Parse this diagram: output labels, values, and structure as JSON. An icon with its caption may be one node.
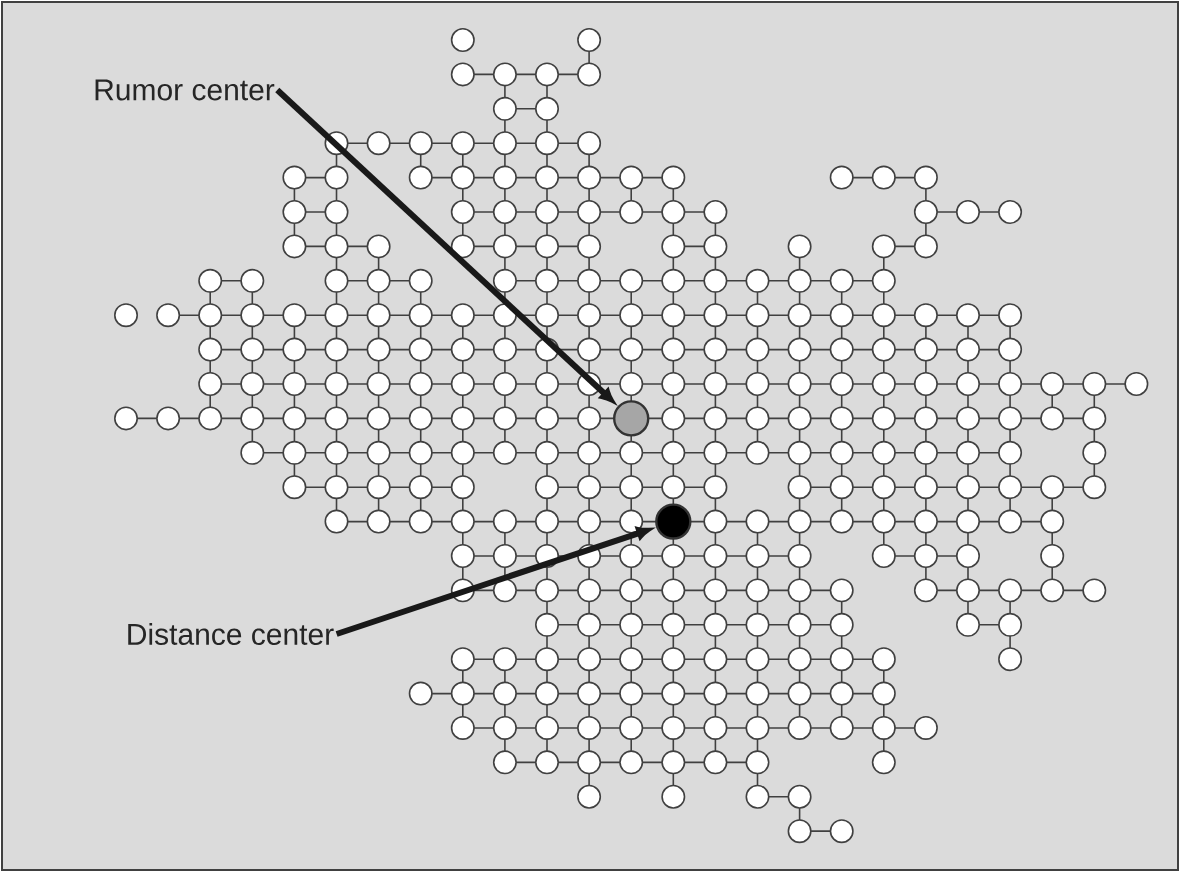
{
  "diagram": {
    "nodes": [
      {
        "text": [
          "Rumor center"
        ]
      },
      {
        "text": [],
        "shape": "circle"
      },
      {
        "text": [
          "Distance center"
        ]
      },
      {
        "text": [],
        "shape": "circle"
      }
    ],
    "edges": [
      {
        "from": 0,
        "to": 1,
        "arrow": "to"
      },
      {
        "from": 2,
        "to": 3,
        "arrow": "to"
      }
    ]
  }
}
